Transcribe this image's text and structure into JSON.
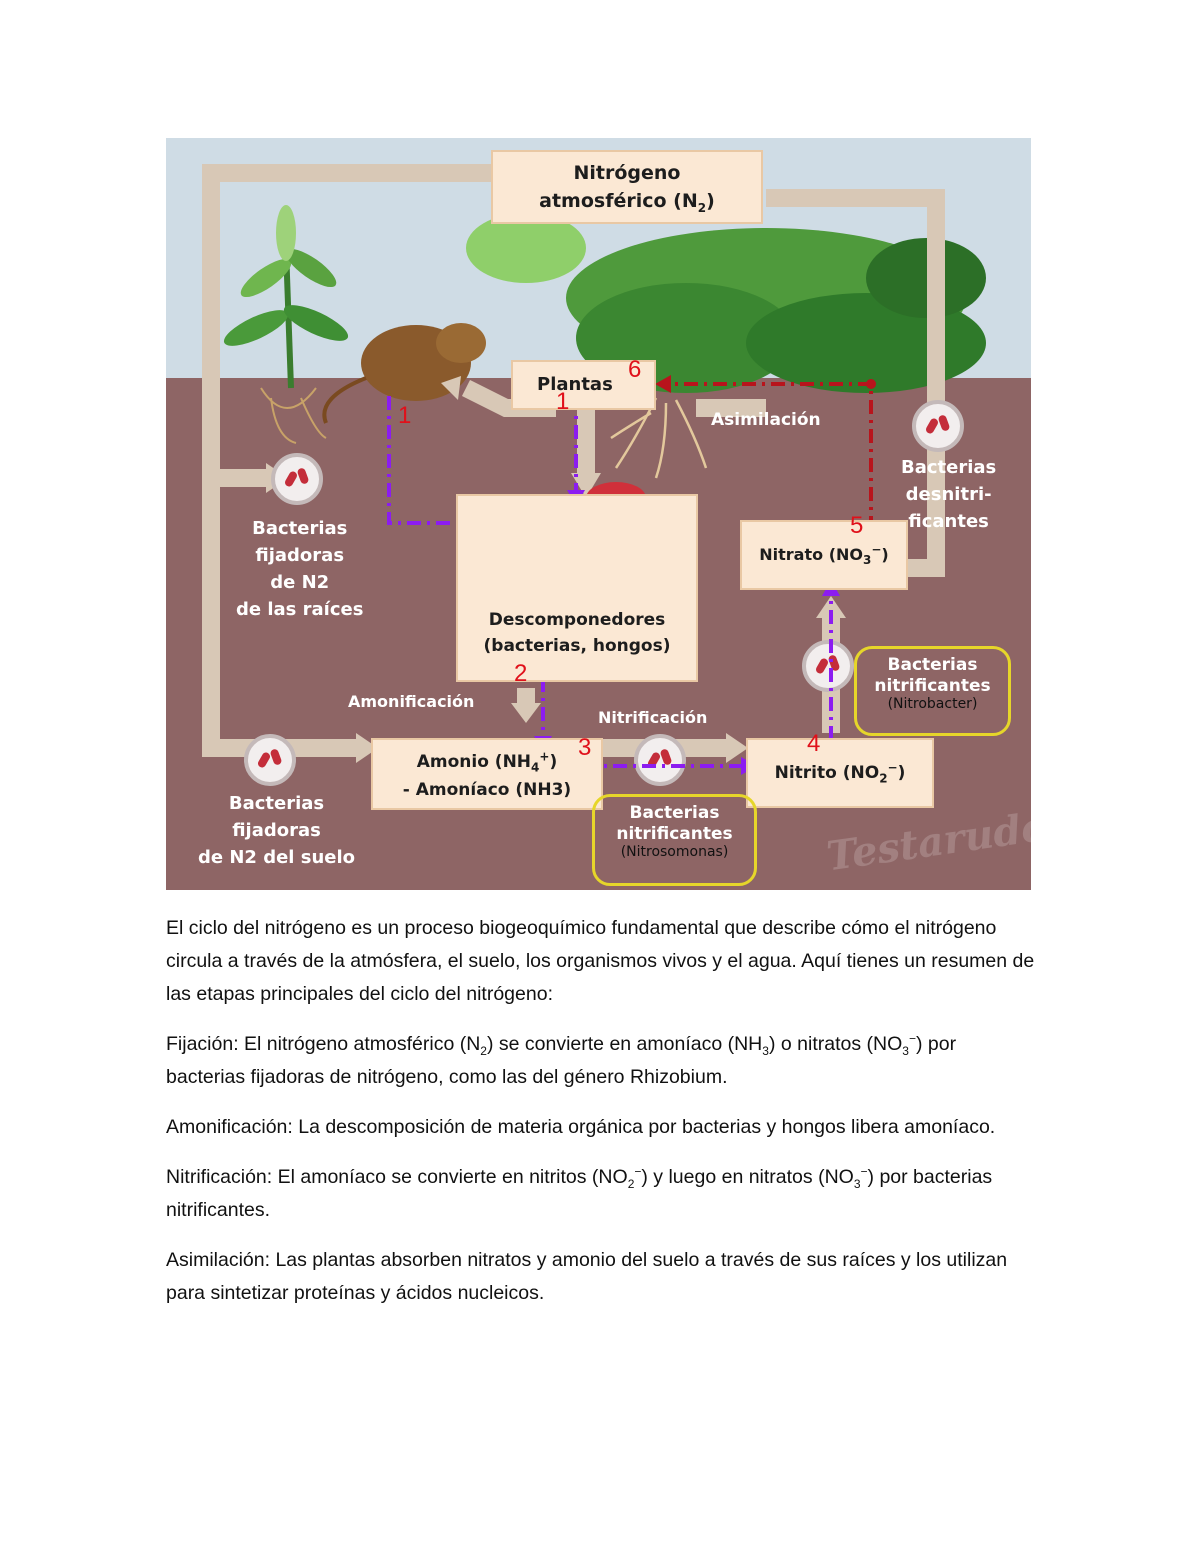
{
  "figure": {
    "title_line1": "Nitrógeno",
    "title_line2": "atmosférico (N",
    "title_sub": "2",
    "title_end": ")",
    "plantas": "Plantas",
    "asimilacion": "Asimilación",
    "descomponedores_line1": "Descomponedores",
    "descomponedores_line2": "(bacterias, hongos)",
    "amonificacion": "Amonificación",
    "nitrificacion": "Nitrificación",
    "amonio_line1_a": "Amonio (NH",
    "amonio_sub": "4",
    "amonio_sup": "+",
    "amonio_line1_b": ")",
    "amonio_line2": "- Amoníaco (NH3)",
    "nitrito_a": "Nitrito (NO",
    "nitrito_sub": "2",
    "nitrito_sup": "−",
    "nitrito_b": ")",
    "nitrato_a": "Nitrato (NO",
    "nitrato_sub": "3",
    "nitrato_sup": "−",
    "nitrato_b": ")",
    "bact_fij_raices": [
      "Bacterias",
      "fijadoras",
      "de N2",
      "de las raíces"
    ],
    "bact_fij_suelo": [
      "Bacterias",
      "fijadoras",
      "de N2 del suelo"
    ],
    "bact_desnitri": [
      "Bacterias",
      "desnitri-",
      "ficantes"
    ],
    "nitrobacter_title": [
      "Bacterias",
      "nitrificantes"
    ],
    "nitrobacter_name": "(Nitrobacter)",
    "nitrosomonas_title": [
      "Bacterias",
      "nitrificantes"
    ],
    "nitrosomonas_name": "(Nitrosomonas)",
    "step_numbers": [
      "1",
      "1",
      "2",
      "3",
      "4",
      "5",
      "6"
    ],
    "watermark": "Testarudo",
    "colors": {
      "sky": "#cfdce5",
      "soil": "#8e6565",
      "box_fill": "#fbe8d4",
      "arrow_beige": "#d8c8b6",
      "dashed_purple": "#8c1cf0",
      "dashed_red": "#b8141c",
      "step_red": "#e0101a",
      "yellow_border": "#e6d62a"
    }
  },
  "text": {
    "p1": "El ciclo del nitrógeno es un proceso biogeoquímico fundamental que describe cómo el nitrógeno circula a través de la atmósfera, el suelo, los organismos vivos y el agua. Aquí tienes un resumen de las etapas principales del ciclo del nitrógeno:",
    "p2_a": "Fijación: El nitrógeno atmosférico (N",
    "p2_sub1": "2",
    "p2_b": ") se convierte en amoníaco (NH",
    "p2_sub2": "3",
    "p2_c": ") o nitratos (NO",
    "p2_sub3": "3",
    "p2_sup3": "−",
    "p2_d": ") por bacterias fijadoras de nitrógeno, como las del género Rhizobium.",
    "p3": "Amonificación: La descomposición de materia orgánica por bacterias y hongos libera amoníaco.",
    "p4_a": "Nitrificación: El amoníaco se convierte en nitritos (NO",
    "p4_sub1": "2",
    "p4_sup1": "−",
    "p4_b": ") y luego en nitratos (NO",
    "p4_sub2": "3",
    "p4_sup2": "−",
    "p4_c": ") por bacterias nitrificantes.",
    "p5": "Asimilación: Las plantas absorben nitratos y amonio del suelo a través de sus raíces y los utilizan para sintetizar proteínas y ácidos nucleicos."
  }
}
